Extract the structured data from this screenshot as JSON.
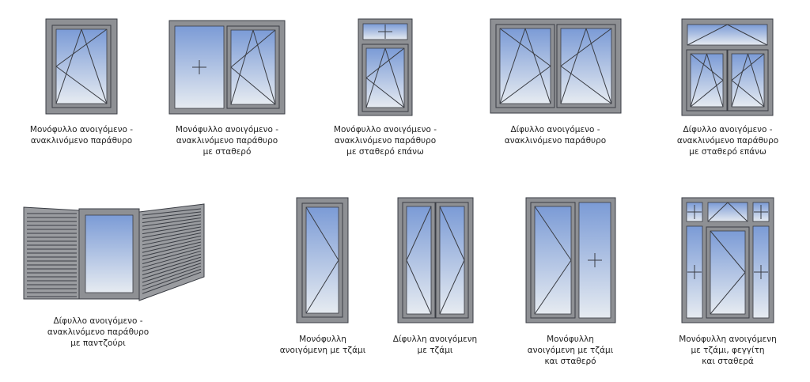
{
  "items": [
    {
      "id": "w1",
      "lines": [
        "Μονόφυλλο ανοιγόμενο -",
        "ανακλινόμενο παράθυρο"
      ]
    },
    {
      "id": "w2",
      "lines": [
        "Μονόφυλλο ανοιγόμενο -",
        "ανακλινόμενο παράθυρο",
        "με σταθερό"
      ]
    },
    {
      "id": "w3",
      "lines": [
        "Μονόφυλλο ανοιγόμενο -",
        "ανακλινόμενο παράθυρο",
        "με σταθερό επάνω"
      ]
    },
    {
      "id": "w4",
      "lines": [
        "Δίφυλλο ανοιγόμενο -",
        "ανακλινόμενο παράθυρο"
      ]
    },
    {
      "id": "w5",
      "lines": [
        "Δίφυλλο ανοιγόμενο -",
        "ανακλινόμενο παράθυρο",
        "με σταθερό επάνω"
      ]
    },
    {
      "id": "w6",
      "lines": [
        "Δίφυλλο ανοιγόμενο -",
        "ανακλινόμενο παράθυρο",
        "με παντζούρι"
      ]
    },
    {
      "id": "d1",
      "lines": [
        "Μονόφυλλη",
        "ανοιγόμενη με τζάμι"
      ]
    },
    {
      "id": "d2",
      "lines": [
        "Δίφυλλη ανοιγόμενη",
        "με τζάμι"
      ]
    },
    {
      "id": "d3",
      "lines": [
        "Μονόφυλλη",
        "ανοιγόμενη με τζάμι",
        "και σταθερό"
      ]
    },
    {
      "id": "d4",
      "lines": [
        "Μονόφυλλη ανοιγόμενη",
        "με τζάμι, φεγγίτη",
        "και σταθερά"
      ]
    }
  ],
  "colors": {
    "frame": "#8e9094",
    "glass_top": "#7b9bd6",
    "glass_bottom": "#e6ebf1",
    "line": "#3a3d44"
  }
}
